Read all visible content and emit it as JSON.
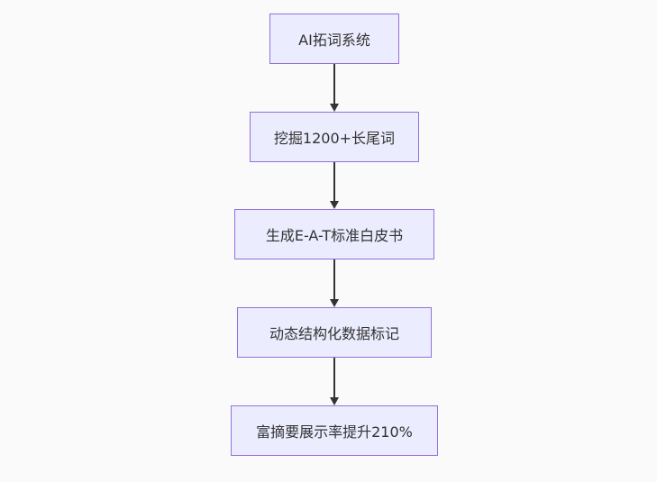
{
  "diagram": {
    "type": "flowchart-top-down",
    "background_color": "#fafafa",
    "node_fill_color": "#ECECFF",
    "node_border_color": "#9370DB",
    "node_text_color": "#333333",
    "arrow_color": "#333333",
    "nodes": [
      {
        "id": "node-1",
        "label": "AI拓词系统"
      },
      {
        "id": "node-2",
        "label": "挖掘1200+长尾词"
      },
      {
        "id": "node-3",
        "label": "生成E-A-T标准白皮书"
      },
      {
        "id": "node-4",
        "label": "动态结构化数据标记"
      },
      {
        "id": "node-5",
        "label": "富摘要展示率提升210%"
      }
    ],
    "edges": [
      {
        "from": "node-1",
        "to": "node-2"
      },
      {
        "from": "node-2",
        "to": "node-3"
      },
      {
        "from": "node-3",
        "to": "node-4"
      },
      {
        "from": "node-4",
        "to": "node-5"
      }
    ]
  }
}
